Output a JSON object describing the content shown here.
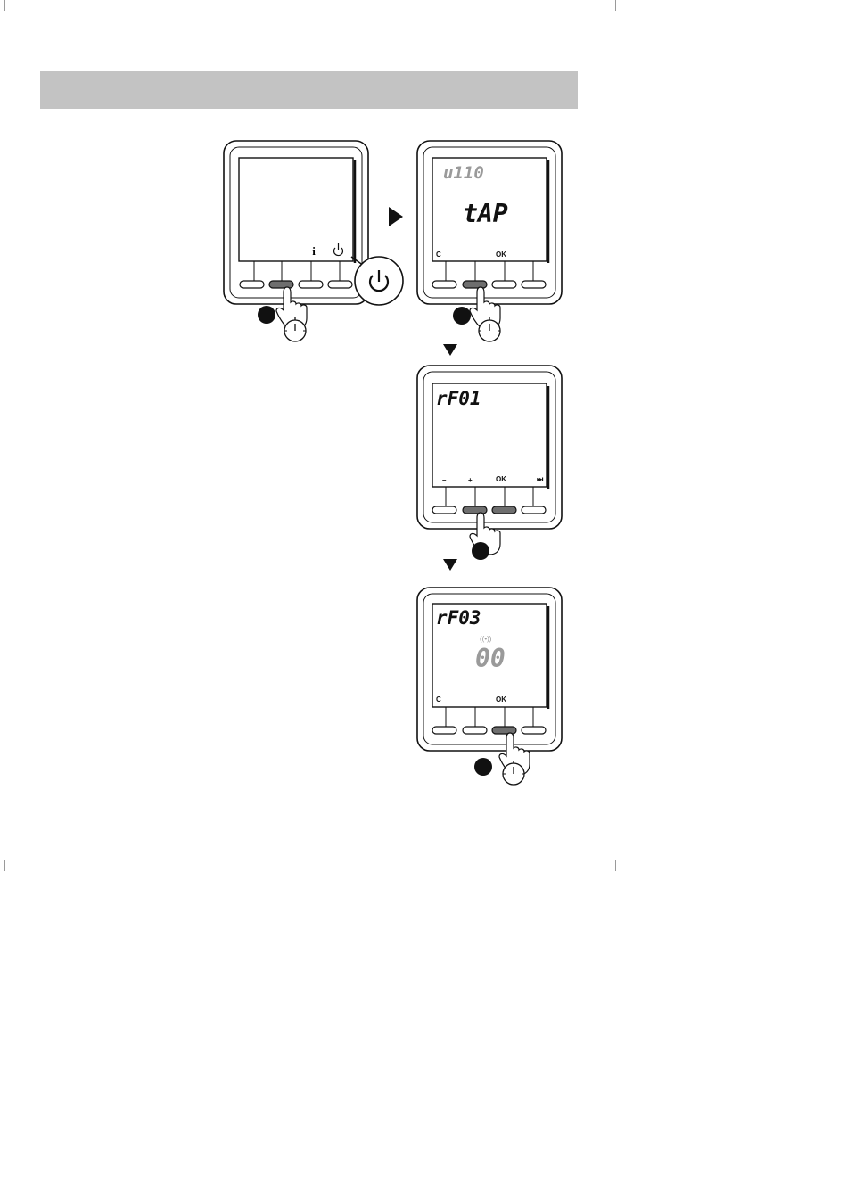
{
  "devices": [
    {
      "screen_top": "",
      "screen_main": "",
      "labels": [
        "",
        "",
        "i",
        "⏻"
      ]
    },
    {
      "screen_top": "u110",
      "screen_main": "tAP",
      "labels": [
        "C",
        "",
        "OK",
        ""
      ]
    },
    {
      "screen_top": "rF01",
      "screen_main": "",
      "labels": [
        "–",
        "+",
        "OK",
        "⏭"
      ]
    },
    {
      "screen_top": "rF03",
      "screen_main": "00",
      "radio_icon": "((•))",
      "labels": [
        "C",
        "",
        "OK",
        ""
      ]
    }
  ],
  "colors": {
    "header_band": "#c3c3c3",
    "pressed_button": "#6e6e6e",
    "faint_segment": "#9a9a9a"
  },
  "icons": [
    "power-icon",
    "info-icon",
    "hand-press-icon",
    "timer-icon",
    "arrow-right-icon",
    "arrow-down-icon",
    "step-dot-icon",
    "radio-signal-icon"
  ]
}
